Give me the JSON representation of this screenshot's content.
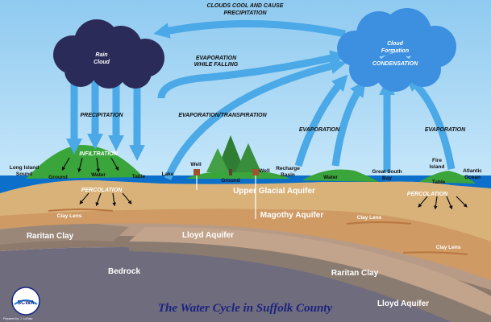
{
  "title": "The Water Cycle in Suffolk County",
  "credit": "Prepared by: J. LoFaso",
  "logo": {
    "text": "SCWA",
    "ring_text": "SUFFOLK COUNTY WATER AUTHORITY"
  },
  "clouds": {
    "rain_cloud": {
      "line1": "Rain",
      "line2": "Cloud"
    },
    "formation": {
      "line1": "Cloud",
      "line2": "Formation",
      "line3": "CONDENSATION"
    }
  },
  "processes": {
    "clouds_cool_1": "CLOUDS COOL AND CAUSE",
    "clouds_cool_2": "PRECIPITATION",
    "evap_falling_1": "EVAPORATION",
    "evap_falling_2": "WHILE FALLING",
    "precipitation": "PRECIPITATION",
    "evapotranspiration": "EVAPORATION/TRANSPIRATION",
    "evaporation_mid": "EVAPORATION",
    "evaporation_right": "EVAPORATION",
    "infiltration": "INFILTRATION",
    "percolation_left": "PERCOLATION",
    "percolation_right": "PERCOLATION"
  },
  "surface_labels": {
    "long_island_sound_1": "Long Island",
    "long_island_sound_2": "Sound",
    "ground_left": "Ground",
    "water_left": "Water",
    "table_left": "Table",
    "lake": "Lake",
    "well_left": "Well",
    "well_right": "Well",
    "ground_mid": "Ground",
    "recharge_1": "Recharge",
    "recharge_2": "Basin",
    "water_mid": "Water",
    "great_south_bay_1": "Great South",
    "great_south_bay_2": "Bay",
    "fire_island_1": "Fire",
    "fire_island_2": "Island",
    "table_right": "Table",
    "atlantic_1": "Atlantic",
    "atlantic_2": "Ocean"
  },
  "layers": {
    "upper_glacial": "Upper Glacial Aquifer",
    "magothy": "Magothy Aquifer",
    "raritan_left": "Raritan Clay",
    "lloyd_left": "Lloyd Aquifer",
    "bedrock": "Bedrock",
    "raritan_right": "Raritan Clay",
    "lloyd_right": "Lloyd Aquifer",
    "clay_lens_1": "Clay Lens",
    "clay_lens_2": "Clay Lens",
    "clay_lens_3": "Clay Lens"
  },
  "colors": {
    "sky": "#a9d6f2",
    "arrow": "#4aa9e6",
    "rain_cloud": "#2a2b58",
    "formation_cloud": "#3d8fe0",
    "water": "#0c6fc9",
    "grass": "#3aa53a",
    "upper_aquifer": "#d9b27a",
    "magothy": "#cf9a64",
    "raritan": "#8e7a6d",
    "lloyd": "#b79b86",
    "bedrock": "#6f6c7e",
    "title": "#1a237e"
  }
}
